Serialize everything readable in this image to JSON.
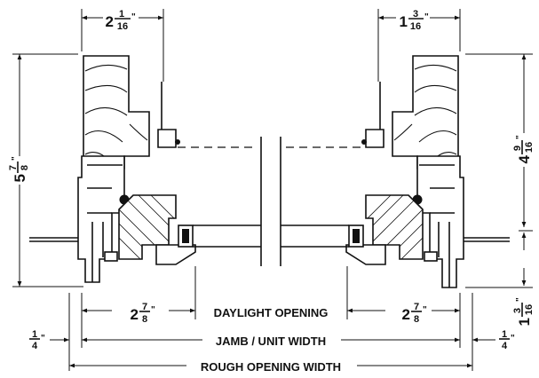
{
  "labels": {
    "daylight_opening": "DAYLIGHT OPENING",
    "jamb_unit_width": "JAMB / UNIT WIDTH",
    "rough_opening_width": "ROUGH OPENING WIDTH"
  },
  "dimensions": {
    "left_top": {
      "whole": "2",
      "num": "1",
      "den": "16",
      "unit": "\""
    },
    "right_top": {
      "whole": "1",
      "num": "3",
      "den": "16",
      "unit": "\""
    },
    "left_height": {
      "whole": "5",
      "num": "7",
      "den": "8",
      "unit": "\""
    },
    "right_height": {
      "whole": "4",
      "num": "9",
      "den": "16",
      "unit": "\""
    },
    "right_bottom": {
      "whole": "1",
      "num": "3",
      "den": "16",
      "unit": "\""
    },
    "left_daylight": {
      "whole": "2",
      "num": "7",
      "den": "8",
      "unit": "\""
    },
    "right_daylight": {
      "whole": "2",
      "num": "7",
      "den": "8",
      "unit": "\""
    },
    "left_shim": {
      "num": "1",
      "den": "4",
      "unit": "\""
    },
    "right_shim": {
      "num": "1",
      "den": "4",
      "unit": "\""
    }
  }
}
